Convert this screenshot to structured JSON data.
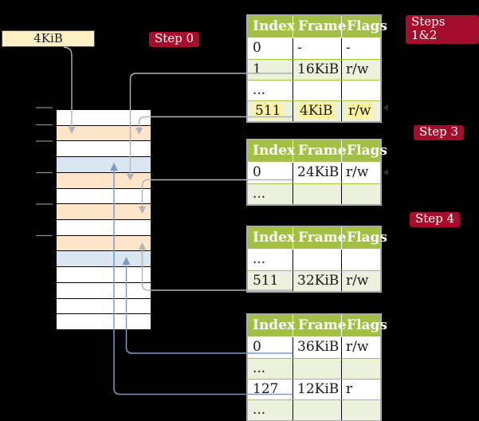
{
  "colors": {
    "background": "#000000",
    "frame_white": "#ffffff",
    "frame_peach": "#fce5c9",
    "frame_blue": "#dbe6f3",
    "table_header_green": "#a4c044",
    "table_row_green": "#ebf1dc",
    "highlight_yellow": "#fdf3a0",
    "badge_red": "#a40e2c",
    "legend_cream": "#fdf0c7",
    "arrow_gray": "#b2b2b8",
    "arrow_blue": "#7d9ac8"
  },
  "legend_box": {
    "label": "4KiB"
  },
  "badges": {
    "step0": "Step 0",
    "steps12": "Steps 1&2",
    "step3": "Step 3",
    "step4": "Step 4"
  },
  "memory": {
    "row_colors": [
      "white",
      "peach",
      "white",
      "blue",
      "peach",
      "white",
      "peach",
      "white",
      "peach",
      "blue",
      "white",
      "white",
      "white",
      "white"
    ]
  },
  "page_tables": [
    {
      "id": "top-level",
      "headers": [
        "Index",
        "Frame",
        "Flags"
      ],
      "rows": [
        {
          "cells": [
            "0",
            "-",
            "-"
          ],
          "highlight": false
        },
        {
          "cells": [
            "1",
            "16KiB",
            "r/w"
          ],
          "highlight": false
        },
        {
          "cells": [
            "...",
            "",
            ""
          ],
          "highlight": false
        },
        {
          "cells": [
            "511",
            "4KiB",
            "r/w"
          ],
          "highlight": true
        }
      ]
    },
    {
      "id": "step3-table",
      "headers": [
        "Index",
        "Frame",
        "Flags"
      ],
      "rows": [
        {
          "cells": [
            "0",
            "24KiB",
            "r/w"
          ],
          "highlight": false
        },
        {
          "cells": [
            "...",
            "",
            ""
          ],
          "highlight": false
        }
      ]
    },
    {
      "id": "step4-table",
      "headers": [
        "Index",
        "Frame",
        "Flags"
      ],
      "rows": [
        {
          "cells": [
            "...",
            "",
            ""
          ],
          "highlight": false
        },
        {
          "cells": [
            "511",
            "32KiB",
            "r/w"
          ],
          "highlight": false
        }
      ]
    },
    {
      "id": "bottom-table",
      "headers": [
        "Index",
        "Frame",
        "Flags"
      ],
      "rows": [
        {
          "cells": [
            "0",
            "36KiB",
            "r/w"
          ],
          "highlight": false
        },
        {
          "cells": [
            "...",
            "",
            ""
          ],
          "highlight": false
        },
        {
          "cells": [
            "127",
            "12KiB",
            "r"
          ],
          "highlight": false
        },
        {
          "cells": [
            "...",
            "",
            ""
          ],
          "highlight": false
        }
      ]
    }
  ]
}
